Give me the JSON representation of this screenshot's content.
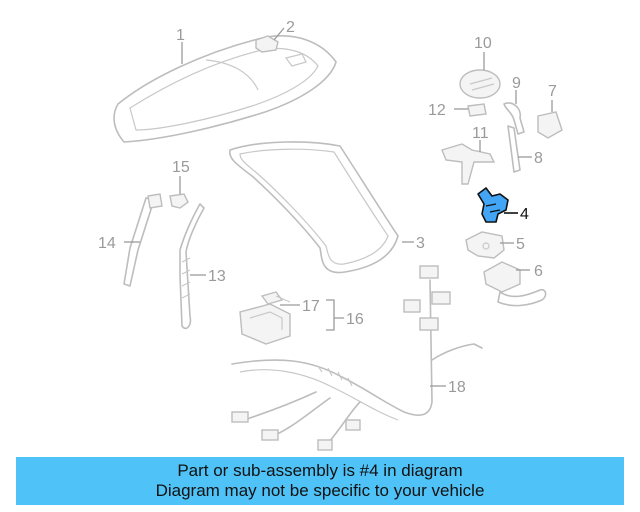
{
  "callouts": {
    "c1": "1",
    "c2": "2",
    "c3": "3",
    "c4": "4",
    "c5": "5",
    "c6": "6",
    "c7": "7",
    "c8": "8",
    "c9": "9",
    "c10": "10",
    "c11": "11",
    "c12": "12",
    "c13": "13",
    "c14": "14",
    "c15": "15",
    "c16": "16",
    "c17": "17",
    "c18": "18"
  },
  "highlighted_part": "4",
  "banner": {
    "line1": "Part or sub-assembly is #4 in diagram",
    "line2": "Diagram may not be specific to your vehicle"
  },
  "colors": {
    "highlight_part": "#42a5f5",
    "banner_background": "#4fc3f7"
  }
}
